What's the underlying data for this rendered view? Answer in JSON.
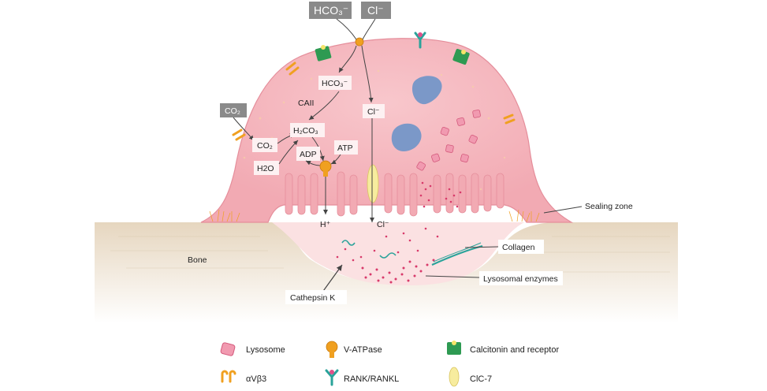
{
  "top_labels": {
    "hco3": "HCO₃⁻",
    "cl": "Cl⁻"
  },
  "cell_labels": {
    "hco3_inner": "HCO₃⁻",
    "caii": "CAII",
    "co2_box": "CO₂",
    "co2": "CO₂",
    "h2co3": "H₂CO₃",
    "adp": "ADP",
    "atp": "ATP",
    "h2o": "H2O",
    "cl_inner": "Cl⁻",
    "h_plus": "H⁺",
    "cl_lacuna": "Cl⁻"
  },
  "callouts": {
    "sealing_zone": "Sealing zone",
    "bone": "Bone",
    "collagen": "Collagen",
    "lysosomal_enzymes": "Lysosomal enzymes",
    "cathepsin_k": "Cathepsin K"
  },
  "legend": [
    {
      "icon": "lysosome-icon",
      "label": "Lysosome"
    },
    {
      "icon": "v-atpase-icon",
      "label": "V-ATPase"
    },
    {
      "icon": "calcitonin-receptor-icon",
      "label": "Calcitonin and receptor"
    },
    {
      "icon": "integrin-icon",
      "label": "αVβ3"
    },
    {
      "icon": "rank-rankl-icon",
      "label": "RANK/RANKL"
    },
    {
      "icon": "clc7-icon",
      "label": "ClC-7"
    }
  ],
  "colors": {
    "cell": "#f5b8c0",
    "bone": "#e7d9c4",
    "lacuna": "#fbe1e2",
    "enzyme": "#d83a6a",
    "integrin": "#f0a020",
    "receptor": "#2e9a52",
    "rank": "#2aa39a",
    "nucleus": "#7b98c8",
    "label_box": "#8a8a8a"
  }
}
